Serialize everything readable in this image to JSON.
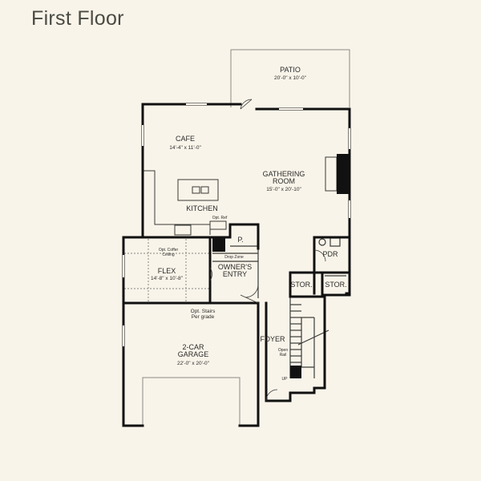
{
  "title": "First Floor",
  "rooms": {
    "patio": {
      "name": "PATIO",
      "dims": "20'-0\" x 10'-0\""
    },
    "cafe": {
      "name": "CAFE",
      "dims": "14'-4\" x 11'-0\""
    },
    "gathering": {
      "name_line1": "GATHERING",
      "name_line2": "ROOM",
      "dims": "15'-0\" x 20'-10\""
    },
    "kitchen": {
      "name": "KITCHEN"
    },
    "flex": {
      "name": "FLEX",
      "dims": "14'-8\" x 10'-8\""
    },
    "owners_entry": {
      "name_line1": "OWNER'S",
      "name_line2": "ENTRY"
    },
    "garage": {
      "name_line1": "2-CAR",
      "name_line2": "GARAGE",
      "dims": "22'-0\" x 20'-0\""
    },
    "foyer": {
      "name": "FOYER"
    },
    "pdr": {
      "name": "PDR"
    },
    "storage1": {
      "name": "STOR."
    },
    "storage2": {
      "name": "STOR."
    },
    "pantry": {
      "name": "P."
    }
  },
  "notes": {
    "opt_ref": "Opt. Ref",
    "opt_coffer_line1": "Opt. Coffer",
    "opt_coffer_line2": "Ceiling",
    "drop_zone": "Drop Zone",
    "opt_stairs_line1": "Opt. Stairs",
    "opt_stairs_line2": "Per grade",
    "open_rail_line1": "Open",
    "open_rail_line2": "Rail",
    "up": "UP"
  }
}
